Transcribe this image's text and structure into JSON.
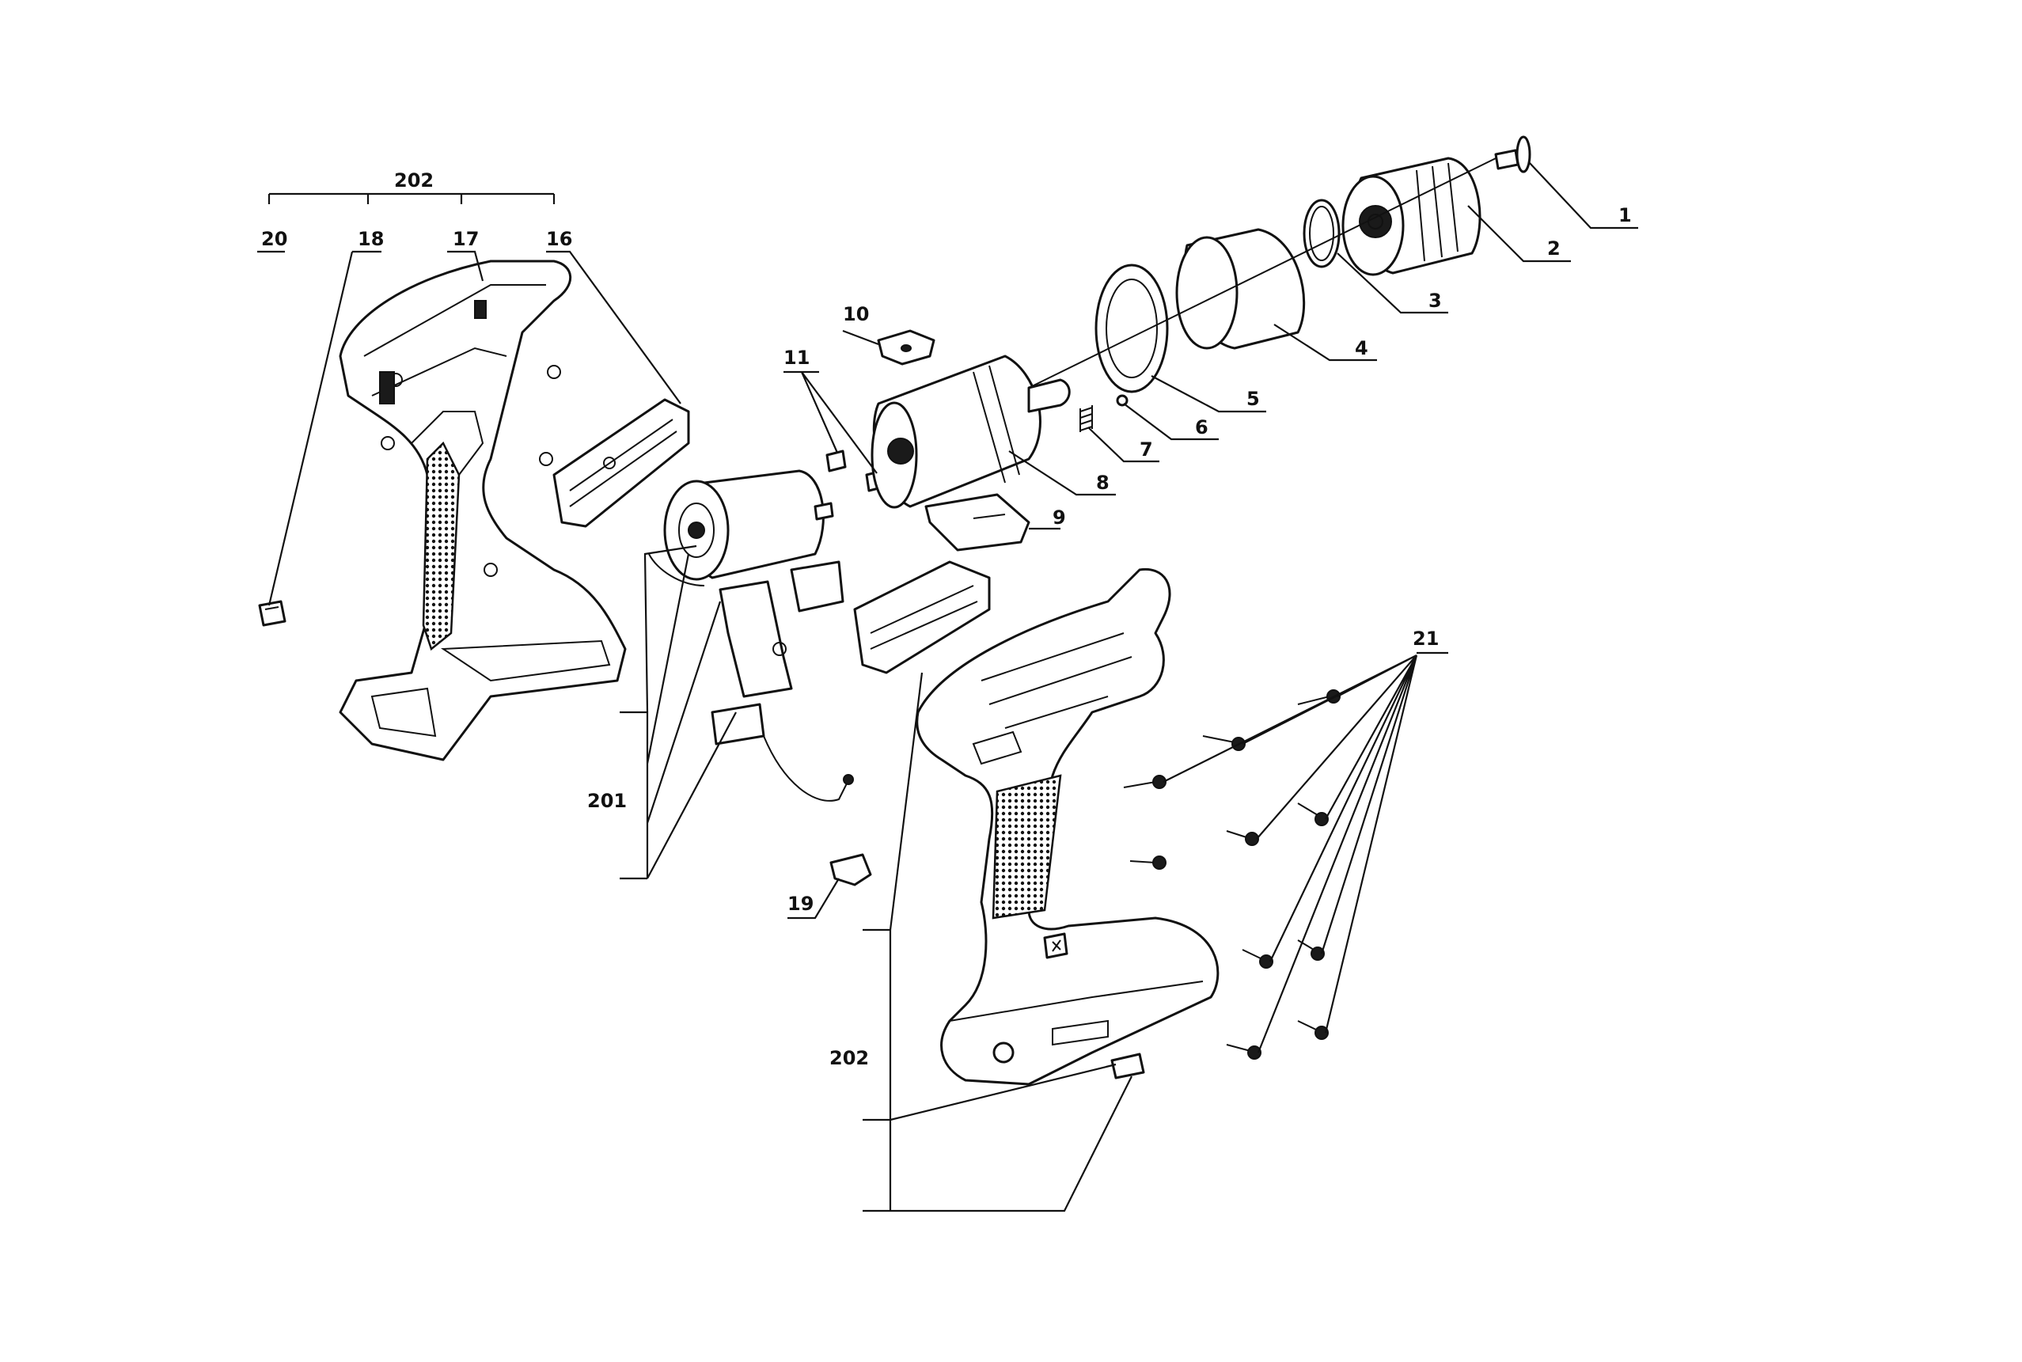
{
  "callouts": {
    "c1": "1",
    "c2": "2",
    "c3": "3",
    "c4": "4",
    "c5": "5",
    "c6": "6",
    "c7": "7",
    "c8": "8",
    "c9": "9",
    "c10": "10",
    "c11": "11",
    "c16": "16",
    "c17": "17",
    "c18": "18",
    "c19": "19",
    "c20": "20",
    "c21": "21",
    "c201": "201",
    "c202_top": "202",
    "c202_bottom": "202"
  }
}
